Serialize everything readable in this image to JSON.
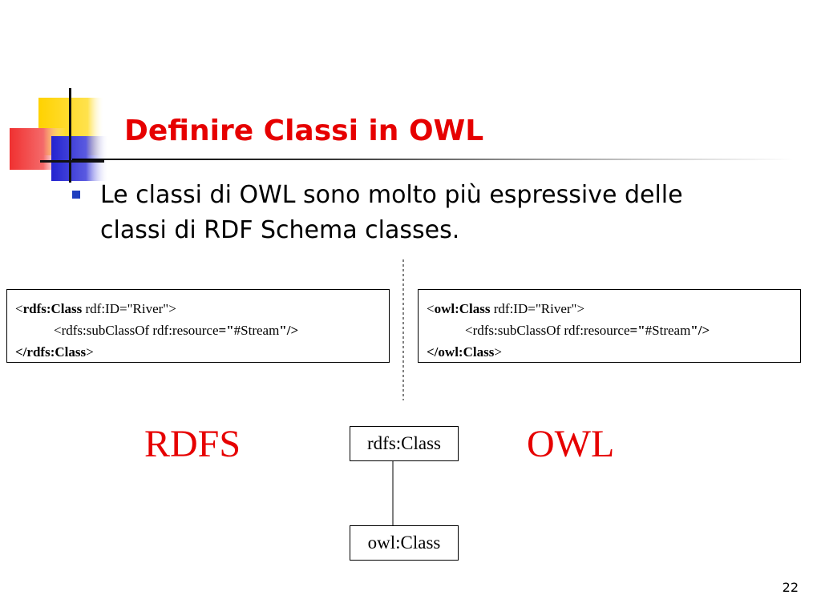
{
  "slide": {
    "title": "Definire Classi in OWL",
    "bullet": "Le classi di OWL sono molto più espressive delle classi di RDF Schema classes.",
    "page_number": "22"
  },
  "rdfs_code": {
    "open_bracket": "<",
    "open_tag": "rdfs:Class",
    "open_attr": " rdf:ID=\"River\">",
    "sub_start": "<rdfs:subClassOf rdf:resource",
    "sub_eq": "=\"",
    "sub_value": "#Stream",
    "sub_end": "\"/>",
    "close_open": "</",
    "close_tag": "rdfs:Class",
    "close_end": ">"
  },
  "owl_code": {
    "open_bracket": "<",
    "open_tag": "owl:Class",
    "open_attr": " rdf:ID=\"River\">",
    "sub_start": "<rdfs:subClassOf rdf:resource",
    "sub_eq": "=\"",
    "sub_value": "#Stream",
    "sub_end": "\"/>",
    "close_open": "</",
    "close_tag": "owl:Class",
    "close_end": ">"
  },
  "labels": {
    "rdfs": "RDFS",
    "owl": "OWL"
  },
  "hierarchy": {
    "parent": "rdfs:Class",
    "child": "owl:Class"
  },
  "colors": {
    "title": "#e60000",
    "accent_yellow": "#ffd200",
    "accent_red": "#f04040",
    "accent_blue": "#2a2ad6",
    "bullet": "#1f3fbf"
  }
}
